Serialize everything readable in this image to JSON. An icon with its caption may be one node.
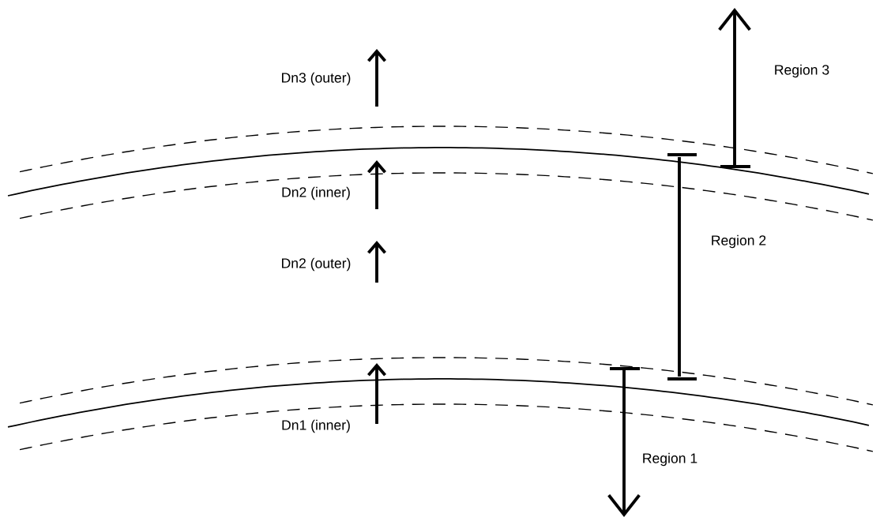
{
  "diagram": {
    "labels": [
      "Dn3 (outer)",
      "Region 3",
      "Dn2 (inner)",
      "Region 2",
      "Dn2 (outer)",
      "Dn1 (inner)",
      "Region 1"
    ]
  }
}
